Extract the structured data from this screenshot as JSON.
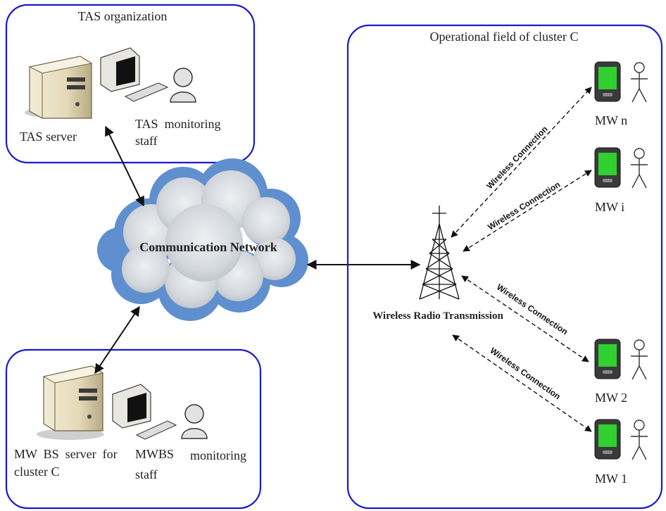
{
  "regions": {
    "tas": {
      "title": "TAS organization"
    },
    "field": {
      "title": "Operational field of cluster C"
    },
    "mwbs": {}
  },
  "labels": {
    "tas_server": "TAS server",
    "tas_staff_line1": "TAS  monitoring",
    "tas_staff_line2": "staff",
    "network": "Communication Network",
    "mwbs_server_line1": "MW  BS  server  for",
    "mwbs_server_line2": "cluster C",
    "mwbs_staff_line1": "MWBS",
    "mwbs_staff_line2": "staff",
    "mwbs_monitoring": "monitoring",
    "tower": "Wireless Radio Transmission",
    "connection": "Wireless Connection"
  },
  "workers": [
    {
      "label": "MW n"
    },
    {
      "label": "MW i"
    },
    {
      "label": "MW 2"
    },
    {
      "label": "MW 1"
    }
  ],
  "colors": {
    "region_border": "#1a1acc",
    "cloud_outer": "#5f8fcf",
    "cloud_inner": "#d9dde2",
    "device_screen": "#2fd02f"
  }
}
